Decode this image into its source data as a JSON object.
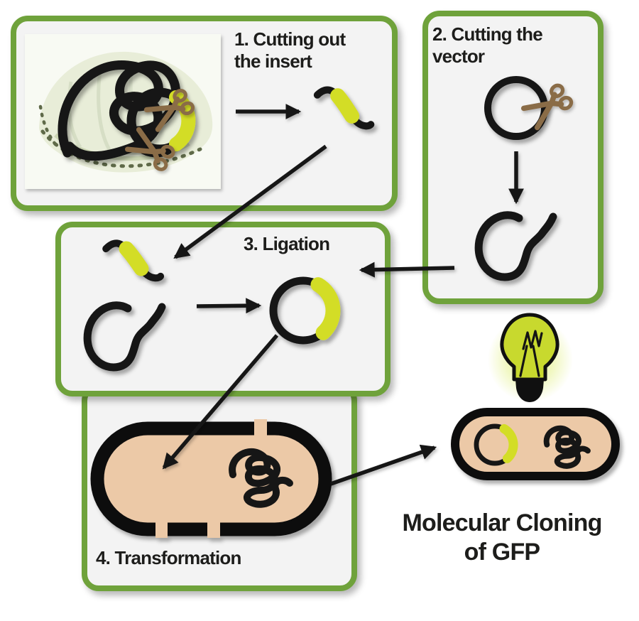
{
  "main_title": {
    "line1": "Molecular Cloning",
    "line2": "of GFP"
  },
  "steps": {
    "step1": {
      "title_line1": "1. Cutting out",
      "title_line2": "the insert"
    },
    "step2": {
      "title_line1": "2. Cutting the",
      "title_line2": "vector"
    },
    "step3": {
      "title": "3. Ligation"
    },
    "step4": {
      "title": "4. Transformation"
    }
  },
  "icons": {
    "scissors-icon": "✂",
    "lightbulb-icon": "💡",
    "jellyfish-photo": "jellyfish specimen photograph",
    "gfp-insert-fragment": "DNA fragment with GFP gene segment",
    "cut-vector": "linearized plasmid vector",
    "ligated-plasmid": "circular plasmid with GFP insert",
    "bacterium-cell": "bacterial cell with genomic DNA"
  },
  "colors": {
    "box-border": "#6fa23b",
    "box-bg": "#f3f3f3",
    "ink": "#141414",
    "gfp": "#d3dd26",
    "tan": "#ecc9a7",
    "brown": "#8a6c46",
    "text": "#1d1d1b",
    "bulb": "#c8d92e"
  }
}
